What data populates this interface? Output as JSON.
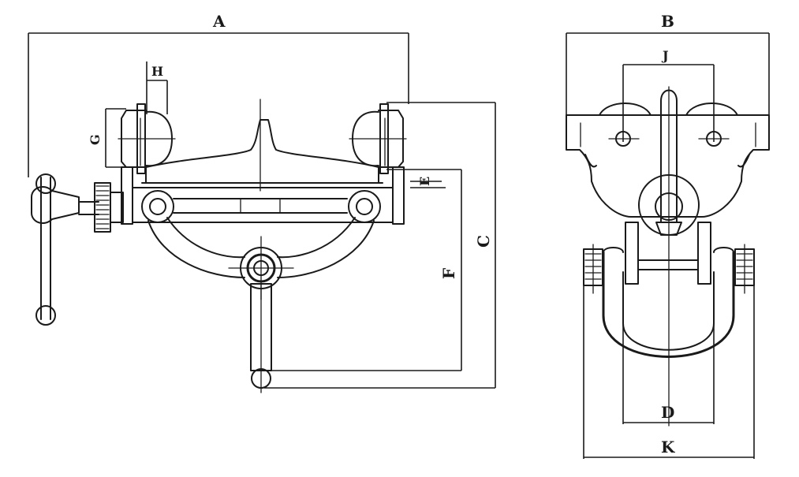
{
  "labels": {
    "A": "A",
    "B": "B",
    "J": "J",
    "H": "H",
    "G": "G",
    "E": "E",
    "F": "F",
    "C": "C",
    "D": "D",
    "K": "K"
  }
}
